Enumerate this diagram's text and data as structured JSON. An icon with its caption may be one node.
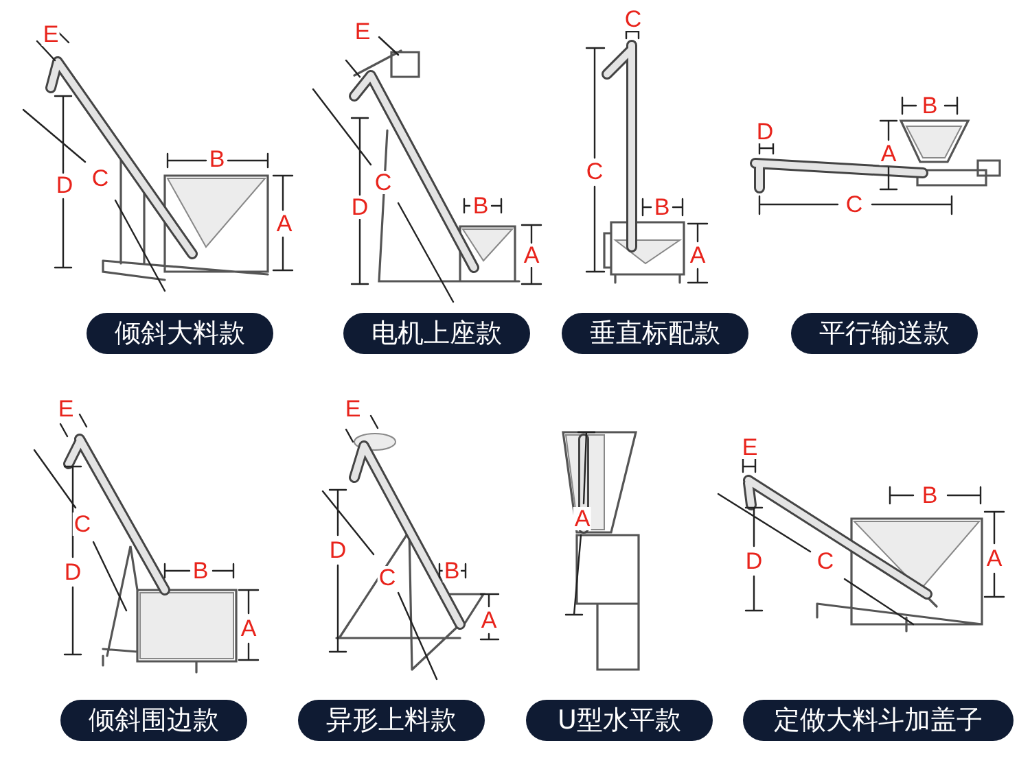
{
  "diagram": {
    "nodes": [
      {
        "text": [
          "倾斜大料款"
        ]
      },
      {
        "text": [
          "电机上座款"
        ]
      },
      {
        "text": [
          "垂直标配款"
        ]
      },
      {
        "text": [
          "平行输送款"
        ]
      },
      {
        "text": [
          "倾斜围边款"
        ]
      },
      {
        "text": [
          "异形上料款"
        ]
      },
      {
        "text": [
          "U型水平款"
        ]
      },
      {
        "text": [
          "定做大料斗加盖子"
        ]
      }
    ],
    "labels": [
      "E",
      "B",
      "D",
      "C",
      "A",
      "E",
      "C",
      "D",
      "B",
      "A",
      "C",
      "C",
      "B",
      "A",
      "B",
      "D",
      "A",
      "C",
      "E",
      "C",
      "D",
      "B",
      "A",
      "E",
      "D",
      "C",
      "B",
      "A",
      "A",
      "E",
      "B",
      "D",
      "C",
      "A"
    ]
  }
}
